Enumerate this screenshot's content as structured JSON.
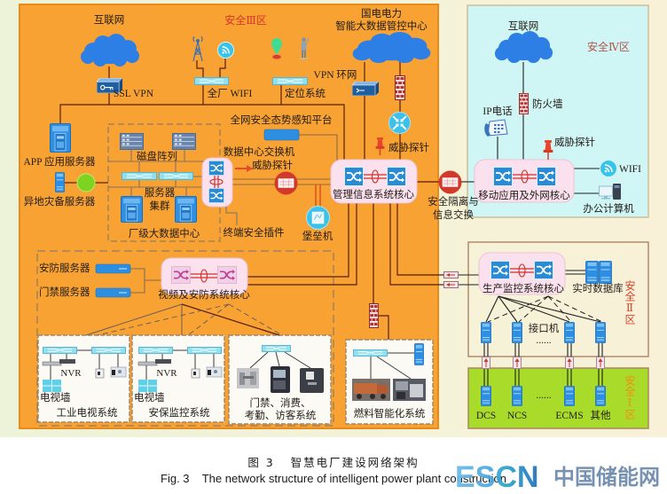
{
  "colors": {
    "zone3_bg": "#f7a233",
    "zone4_bg": "#cff5f4",
    "zone1_bg": "#a9db2b",
    "zone3_label": "#d8352a",
    "zone4_label": "#b4554a",
    "zone2_label": "#e0402a",
    "zone1_label": "#ee8f16",
    "cloud": "#2d7fe6",
    "core_box": "#fbe1ed"
  },
  "zone3": {
    "label": "安全Ⅲ区",
    "internet_label": "互联网",
    "ssl_vpn_label": "SSL VPN",
    "plant_wifi_label": "全厂 WIFI",
    "positioning_label": "定位系统",
    "control_center_line1": "国电电力",
    "control_center_line2": "智能大数据管控中心",
    "vpn_ring_label": "VPN 环网",
    "threat_probe_label": "威胁探针",
    "mgmt_core_label": "管理信息系统核心",
    "situation_platform_label": "全网安全态势感知平台",
    "dc_switch_label": "数据中心交换机",
    "dc_threat_probe_label": "威胁探针",
    "bastion_label": "堡垒机",
    "terminal_plugin_label": "终端安全插件",
    "app_server_label": "APP 应用服务器",
    "backup_server_label": "异地灾备服务器",
    "data_center": {
      "disk_array_label": "磁盘阵列",
      "cluster_line1": "服务器",
      "cluster_line2": "集群",
      "title": "厂级大数据中心"
    },
    "video_security": {
      "security_server_label": "安防服务器",
      "access_server_label": "门禁服务器",
      "core_label": "视频及安防系统核心",
      "industrial_tv": {
        "nvr_label": "NVR",
        "tv_wall_label": "电视墙",
        "title": "工业电视系统"
      },
      "security_monitoring": {
        "nvr_label": "NVR",
        "tv_wall_label": "电视墙",
        "title": "安保监控系统"
      },
      "access_attendance": {
        "title_line1": "门禁、消费、",
        "title_line2": "考勤、访客系统"
      }
    },
    "fuel_system_title": "燃料智能化系统"
  },
  "isolation_exchange": {
    "line1": "安全隔离与",
    "line2": "信息交换"
  },
  "zone4": {
    "label": "安全Ⅳ区",
    "internet_label": "互联网",
    "firewall_label": "防火墙",
    "ip_phone_label": "IP电话",
    "threat_probe_label": "威胁探针",
    "mobile_core_label": "移动应用及外网核心",
    "wifi_label": "WIFI",
    "office_pc_label": "办公计算机"
  },
  "zone2": {
    "label": "安全Ⅱ区",
    "production_core_label": "生产监控系统核心",
    "realtime_db_label": "实时数据库",
    "interface_machine_label": "接口机",
    "ellipsis": "......"
  },
  "zone1": {
    "label": "安全Ⅰ区",
    "systems": [
      "DCS",
      "NCS",
      "ECMS",
      "其他"
    ],
    "ellipsis": "......"
  },
  "caption": {
    "cn": "图 3   智慧电厂建设网络架构",
    "en": "Fig. 3    The network structure of intelligent power plant construction"
  },
  "watermark": {
    "logo": "ESCN",
    "site": "中国储能网"
  }
}
